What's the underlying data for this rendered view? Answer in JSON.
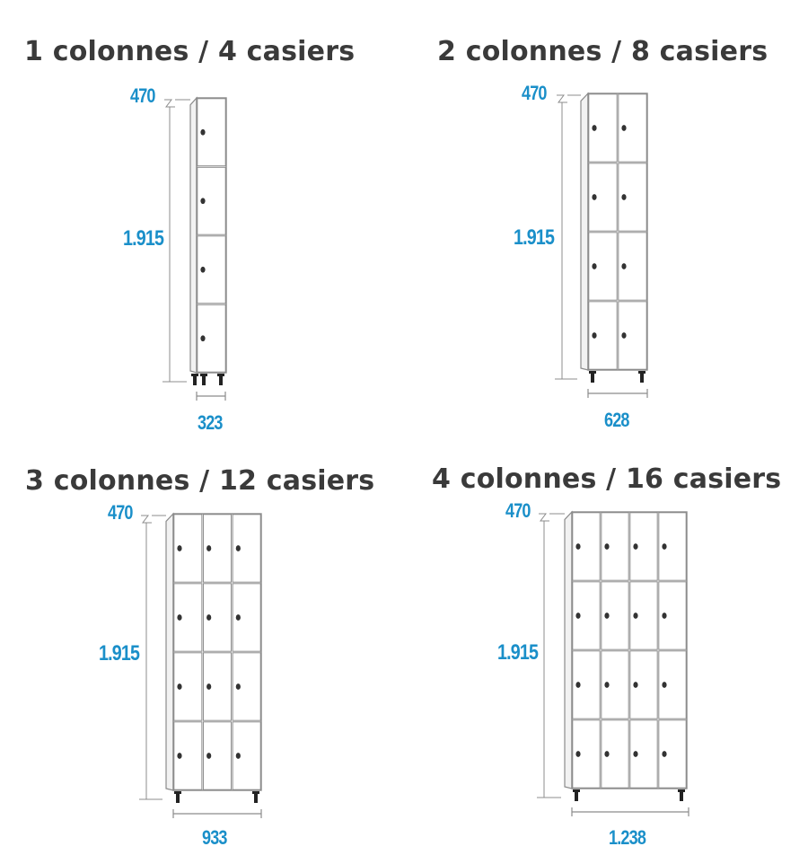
{
  "colors": {
    "title": "#3a3a3a",
    "dimension": "#1a8fc9",
    "line": "#8c8c8c"
  },
  "configs": [
    {
      "title": "1 colonnes / 4 casiers",
      "columns": 1,
      "rows": 4,
      "depth_label": "470",
      "height_label": "1.915",
      "width_label": "323"
    },
    {
      "title": "2 colonnes / 8 casiers",
      "columns": 2,
      "rows": 4,
      "depth_label": "470",
      "height_label": "1.915",
      "width_label": "628"
    },
    {
      "title": "3 colonnes / 12 casiers",
      "columns": 3,
      "rows": 4,
      "depth_label": "470",
      "height_label": "1.915",
      "width_label": "933"
    },
    {
      "title": "4 colonnes / 16 casiers",
      "columns": 4,
      "rows": 4,
      "depth_label": "470",
      "height_label": "1.915",
      "width_label": "1.238"
    }
  ]
}
